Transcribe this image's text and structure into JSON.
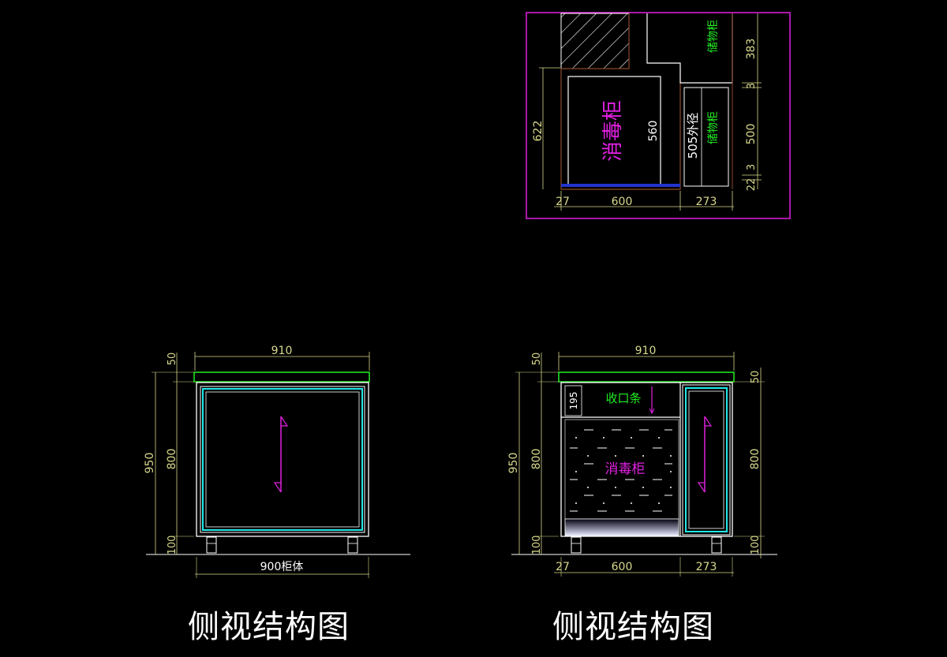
{
  "top_plan": {
    "labels": {
      "disinfection_cabinet": "消毒柜",
      "storage_upper": "储物柜",
      "storage_lower": "储物柜",
      "outer_diameter": "505外径"
    },
    "dims": {
      "depth_622": "622",
      "inner_560": "560",
      "right_383": "383",
      "right_3a": "3",
      "right_500": "500",
      "right_3b": "3",
      "right_22": "22",
      "bottom_27": "27",
      "bottom_600": "600",
      "bottom_273": "273"
    }
  },
  "left_view": {
    "dims": {
      "width_910": "910",
      "top_50": "50",
      "total_950": "950",
      "body_800": "800",
      "legs_100": "100",
      "cabinet_900": "900柜体"
    },
    "caption": "侧视结构图"
  },
  "right_view": {
    "labels": {
      "trim_strip": "收口条",
      "disinfection_cabinet": "消毒柜"
    },
    "dims": {
      "width_910": "910",
      "top_50": "50",
      "total_950": "950",
      "body_800": "800",
      "legs_100": "100",
      "trim_195": "195",
      "right_50": "50",
      "right_800": "800",
      "right_100": "100",
      "bottom_27": "27",
      "bottom_600": "600",
      "bottom_273": "273"
    },
    "caption": "侧视结构图"
  },
  "colors": {
    "background": "#000000",
    "dimension": "#d9d98c",
    "magenta": "#e020e0",
    "green": "#22ee22",
    "cyan": "#22e8e8",
    "white": "#ffffff",
    "blue": "#2233cc",
    "hatch_brown": "#8a4a2a"
  }
}
